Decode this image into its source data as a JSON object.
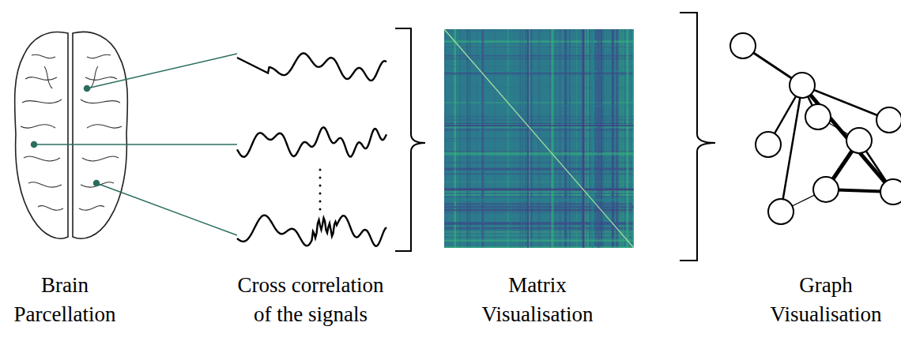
{
  "diagram": {
    "labels": [
      "Brain Parcellation",
      "Cross correlation of the signals",
      "Matrix Visualisation",
      "Graph Visualisation"
    ]
  }
}
